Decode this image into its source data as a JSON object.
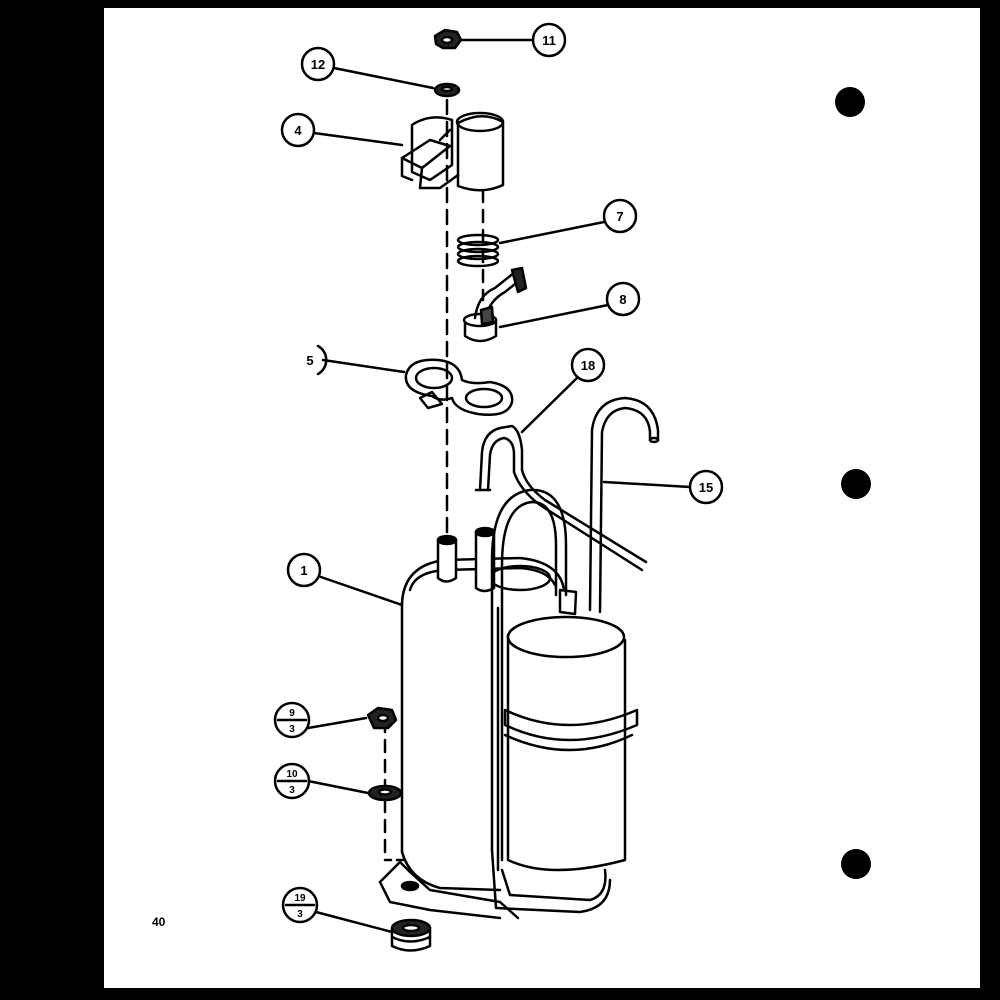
{
  "callouts": {
    "c11": "11",
    "c12": "12",
    "c4": "4",
    "c7": "7",
    "c8": "8",
    "c5": "5",
    "c18": "18",
    "c15": "15",
    "c1": "1",
    "c9": {
      "top": "9",
      "bottom": "3"
    },
    "c10": {
      "top": "10",
      "bottom": "3"
    },
    "c19": {
      "top": "19",
      "bottom": "3"
    }
  },
  "page_number": "40"
}
